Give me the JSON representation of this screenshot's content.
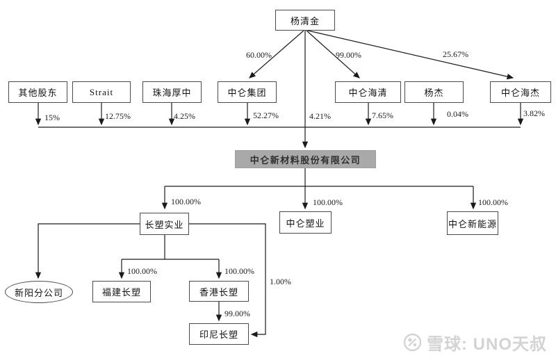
{
  "colors": {
    "line": "#1a1a1a",
    "box_border": "#4a4a4a",
    "company_box_bg": "#a9a9a9",
    "company_box_text": "#2f2f2f",
    "watermark_text": "#d3d3d3"
  },
  "diagram": {
    "root": {
      "label": "杨清金"
    },
    "root_investments": [
      {
        "target": "中仑集团",
        "pct": "60.00%"
      },
      {
        "target": "中仑海清",
        "pct": "99.00%"
      },
      {
        "target": "中仑海杰",
        "pct": "25.67%"
      },
      {
        "target": "中仑新材料股份有限公司",
        "pct": "4.21%"
      }
    ],
    "shareholders": [
      {
        "label": "其他股东",
        "pct": "15%"
      },
      {
        "label": "Strait",
        "pct": "12.75%"
      },
      {
        "label": "珠海厚中",
        "pct": "4.25%"
      },
      {
        "label": "中仑集团",
        "pct": "52.27%"
      },
      {
        "label": "中仑海清",
        "pct": "7.65%"
      },
      {
        "label": "杨杰",
        "pct": "0.04%"
      },
      {
        "label": "中仑海杰",
        "pct": "3.82%"
      }
    ],
    "company": {
      "label": "中仑新材料股份有限公司"
    },
    "subsidiaries": [
      {
        "label": "长塑实业",
        "pct": "100.00%"
      },
      {
        "label": "中仑塑业",
        "pct": "100.00%"
      },
      {
        "label": "中仑新能源",
        "pct": "100.00%"
      }
    ],
    "changsu_children": [
      {
        "label": "新阳分公司",
        "shape": "ellipse"
      },
      {
        "label": "福建长塑",
        "pct": "100.00%"
      },
      {
        "label": "香港长塑",
        "pct": "100.00%"
      }
    ],
    "hongkong_child": {
      "label": "印尼长塑",
      "pct": "99.00%"
    },
    "changsu_indirect": {
      "target": "印尼长塑",
      "pct": "1.00%"
    }
  },
  "watermark": {
    "text": "雪球: UNO天叔",
    "logo": "xueqiu-snowball-icon"
  }
}
